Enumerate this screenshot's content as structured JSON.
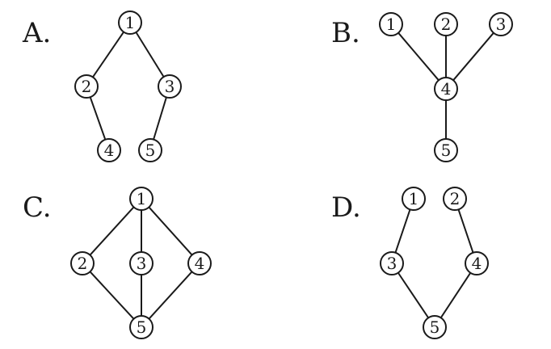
{
  "options": [
    {
      "label": "A.",
      "nodes": [
        "1",
        "2",
        "3",
        "4",
        "5"
      ],
      "edges": [
        [
          "1",
          "2"
        ],
        [
          "1",
          "3"
        ],
        [
          "2",
          "4"
        ],
        [
          "3",
          "5"
        ]
      ]
    },
    {
      "label": "B.",
      "nodes": [
        "1",
        "2",
        "3",
        "4",
        "5"
      ],
      "edges": [
        [
          "1",
          "4"
        ],
        [
          "2",
          "4"
        ],
        [
          "3",
          "4"
        ],
        [
          "4",
          "5"
        ]
      ]
    },
    {
      "label": "C.",
      "nodes": [
        "1",
        "2",
        "3",
        "4",
        "5"
      ],
      "edges": [
        [
          "1",
          "2"
        ],
        [
          "1",
          "3"
        ],
        [
          "1",
          "4"
        ],
        [
          "2",
          "5"
        ],
        [
          "3",
          "5"
        ],
        [
          "4",
          "5"
        ]
      ]
    },
    {
      "label": "D.",
      "nodes": [
        "1",
        "2",
        "3",
        "4",
        "5"
      ],
      "edges": [
        [
          "1",
          "3"
        ],
        [
          "2",
          "4"
        ],
        [
          "3",
          "5"
        ],
        [
          "4",
          "5"
        ]
      ]
    }
  ]
}
